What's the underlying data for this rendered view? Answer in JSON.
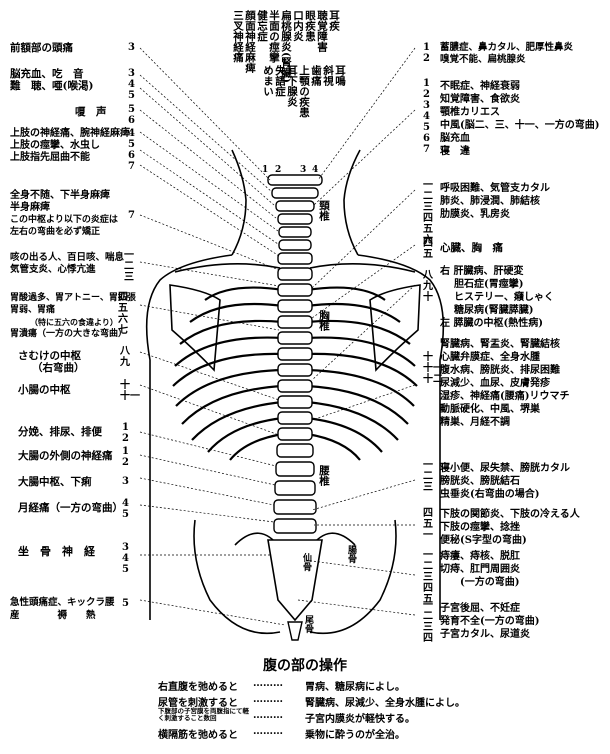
{
  "top_vertical": [
    {
      "id": "t1",
      "lines": [
        "耳疾",
        "聴覚障害",
        "眼疾患",
        "口内炎",
        "扁桃腺炎(腎臓)",
        "半面の痙攣",
        "健忘症",
        "顔面神経麻痺",
        "三叉神経痛"
      ]
    },
    {
      "id": "t2",
      "lines": [
        "耳鳴",
        "斜視",
        "歯痛",
        "上顎の疾患",
        "耳下腺炎",
        "失語症",
        "めまい"
      ]
    }
  ],
  "left_labels": [
    {
      "id": "l1",
      "lines": [
        "前額部の頭痛"
      ],
      "nums": [
        "3"
      ]
    },
    {
      "id": "l2",
      "lines": [
        "脳充血、吃　音",
        "難　聴、唖(喉渇)"
      ],
      "nums": [
        "3",
        "4",
        "5"
      ]
    },
    {
      "id": "l3",
      "lines": [
        "嗄　声"
      ],
      "nums": [
        "5",
        "6"
      ]
    },
    {
      "id": "l4",
      "lines": [
        "上肢の神経痛、腕神経麻痺",
        "上肢の痙攣、水虫し",
        "上肢指先屈曲不能"
      ],
      "nums": [
        "4",
        "5",
        "6",
        "7"
      ]
    },
    {
      "id": "l5",
      "lines": [
        "全身不随、下半身麻痺",
        "半身麻痺",
        "この中枢より以下の炎症は",
        "左右の弯曲を必ず矯正"
      ],
      "nums": [
        "7"
      ]
    },
    {
      "id": "l6",
      "lines": [
        "咳の出る人、百日咳、喘息",
        "気管支炎、心悸亢進"
      ],
      "nums": [
        "一",
        "二",
        "三"
      ]
    },
    {
      "id": "l7",
      "lines": [
        "胃酸過多、胃アトニー、胃拡張",
        "胃弱、胃痛",
        "（特に五六の食違より）",
        "胃潰瘍（一方の大きな弯曲）"
      ],
      "nums": [
        "四",
        "五",
        "六",
        "七"
      ]
    },
    {
      "id": "l8",
      "lines": [
        "さむけの中枢",
        "（右弯曲）"
      ],
      "nums": [
        "八",
        "九"
      ]
    },
    {
      "id": "l9",
      "lines": [
        "小腸の中枢"
      ],
      "nums": [
        "十",
        "十一"
      ]
    },
    {
      "id": "l10",
      "lines": [
        "分娩、排尿、排便"
      ],
      "nums": [
        "1",
        "2"
      ]
    },
    {
      "id": "l11",
      "lines": [
        "大腸の外側の神経痛"
      ],
      "nums": [
        "1",
        "2"
      ]
    },
    {
      "id": "l12",
      "lines": [
        "大腸中枢、下痢"
      ],
      "nums": [
        "3"
      ]
    },
    {
      "id": "l13",
      "lines": [
        "月経痛（一方の弯曲）"
      ],
      "nums": [
        "4",
        "5"
      ]
    },
    {
      "id": "l14",
      "lines": [
        "坐　骨　神　経"
      ],
      "nums": [
        "3",
        "4",
        "5"
      ]
    },
    {
      "id": "l15",
      "lines": [
        "急性頭痛症、キックラ腰",
        "産　　　　褥　　熱"
      ],
      "nums": [
        "5"
      ]
    }
  ],
  "right_labels": [
    {
      "id": "r1",
      "nums": [
        "1",
        "2"
      ],
      "lines": [
        "蓄膿症、鼻カタル、肥厚性鼻炎",
        "嗅覚不能、扁桃腺炎"
      ]
    },
    {
      "id": "r2",
      "nums": [
        "1",
        "2",
        "3",
        "4",
        "5",
        "6",
        "7"
      ],
      "lines": [
        "不眠症、神経衰弱",
        "知覚障害、食欲炎",
        "顎椎カリエス",
        "中風(脳二、三、十一、一方の弯曲)",
        "脳充血",
        "寝　違"
      ]
    },
    {
      "id": "r3",
      "nums": [
        "一",
        "二",
        "三",
        "四",
        "五",
        "六"
      ],
      "lines": [
        "呼吸困難、気管支カタル",
        "肺炎、肺浸潤、肺結核",
        "肋膜炎、乳房炎"
      ]
    },
    {
      "id": "r4",
      "nums": [
        "四",
        "五"
      ],
      "lines": [
        "心臓、胸　痛"
      ]
    },
    {
      "id": "r5",
      "nums": [
        "八",
        "九",
        "十"
      ],
      "lines": [
        "右 肝臓病、肝硬変",
        "胆石症(胃痙攣)",
        "ヒステリー、癪しゃく",
        "糖尿病(腎臓膵臓)",
        "左 膵臓の中枢(熱性病)"
      ]
    },
    {
      "id": "r6",
      "nums": [
        "十",
        "十一",
        "十二"
      ],
      "lines": [
        "腎臓病、腎盂炎、腎臓結核",
        "心臓弁膜症、全身水腫",
        "腹水病、膀胱炎、排尿困難",
        "尿減少、血尿、皮膚発疹",
        "湿疹、神経痛(腰痛)リウマチ",
        "動脈硬化、中風、堺巣",
        "精巣、月経不調"
      ]
    },
    {
      "id": "r7",
      "nums": [
        "一",
        "二",
        "三"
      ],
      "lines": [
        "寝小便、尿失禁、膀胱カタル",
        "膀胱炎、膀胱結石",
        "虫垂炎(右弯曲の場合)"
      ]
    },
    {
      "id": "r8",
      "nums": [
        "四",
        "五",
        "一"
      ],
      "lines": [
        "下肢の関節炎、下肢の冷える人",
        "下肢の痙攣、捻挫",
        "便秘(S字型の弯曲)"
      ]
    },
    {
      "id": "r9",
      "nums": [
        "一",
        "二",
        "三",
        "四",
        "五"
      ],
      "lines": [
        "痔瘻、痔核、脱肛",
        "切痔、肛門周囲炎",
        "(一方の弯曲)"
      ]
    },
    {
      "id": "r10",
      "nums": [
        "一",
        "二",
        "三",
        "四"
      ],
      "lines": [
        "子宮後屈、不妊症",
        "発育不全(一方の弯曲)",
        "子宮カタル、尿道炎"
      ]
    }
  ],
  "figure_labels": {
    "keitsui": "頸椎",
    "kyotsui": "胸椎",
    "yotsui": "腰椎",
    "senkotsu": "仙骨",
    "chokotsu": "腸骨",
    "bikotsu": "尾骨",
    "cervical_nums": [
      "1",
      "2",
      "3",
      "4"
    ]
  },
  "abdomen": {
    "title": "腹の部の操作",
    "rows": [
      {
        "left": "右直腹を弛めると",
        "right": "胃病、糖尿病によし。"
      },
      {
        "left": "尿管を刺激すると",
        "right": "腎臓病、尿減少、全身水腫によし。"
      },
      {
        "left": "下腹部の子宮膜を両腹指にて軽く刺激すること数回",
        "right": "子宮内膜炎が軽快する。"
      },
      {
        "left": "横隔筋を弛めると",
        "right": "乗物に酔うのが全治。"
      }
    ]
  }
}
